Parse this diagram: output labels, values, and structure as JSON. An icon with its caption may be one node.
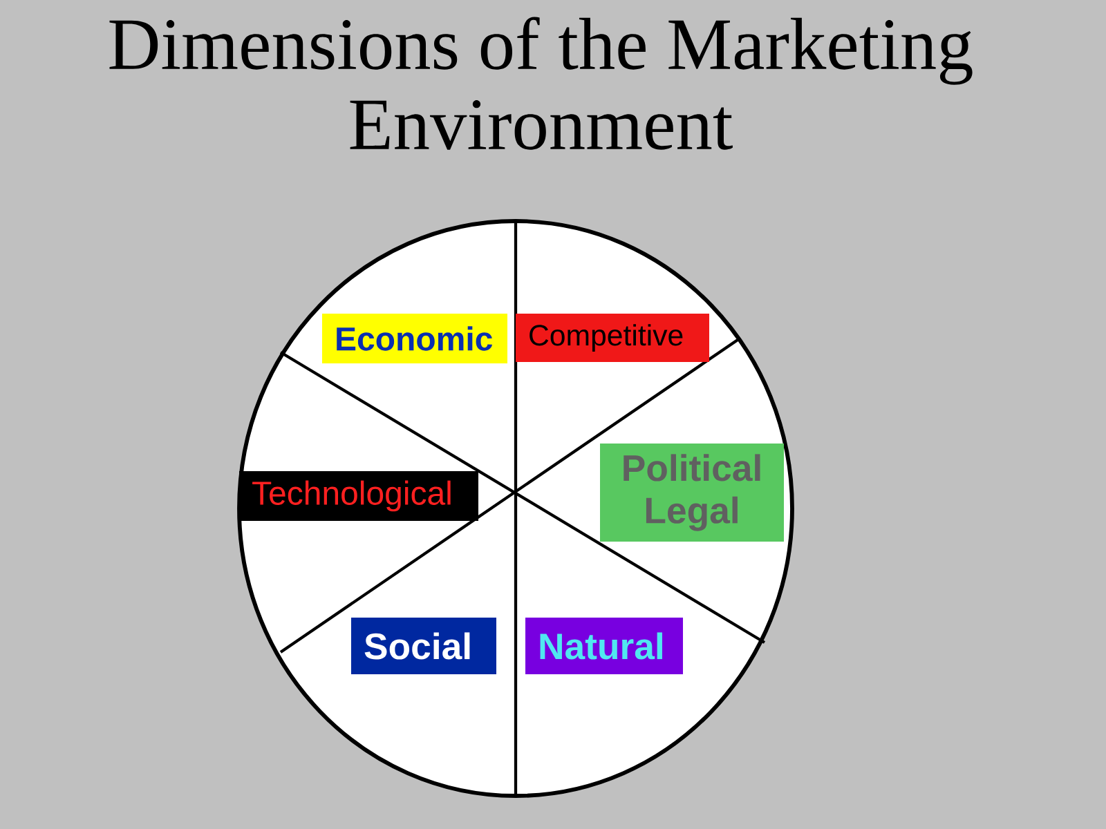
{
  "diagram": {
    "title": "Dimensions of the Marketing Environment",
    "nodes": [
      {
        "text": [],
        "shape": "circle"
      },
      {
        "text": [
          "Economic"
        ],
        "in": 0
      },
      {
        "text": [
          "Competitive"
        ],
        "in": 0
      },
      {
        "text": [
          "Political Legal"
        ],
        "in": 0
      },
      {
        "text": [
          "Technological"
        ],
        "in": 0
      },
      {
        "text": [
          "Social"
        ],
        "in": 0
      },
      {
        "text": [
          "Natural"
        ],
        "in": 0
      }
    ]
  }
}
